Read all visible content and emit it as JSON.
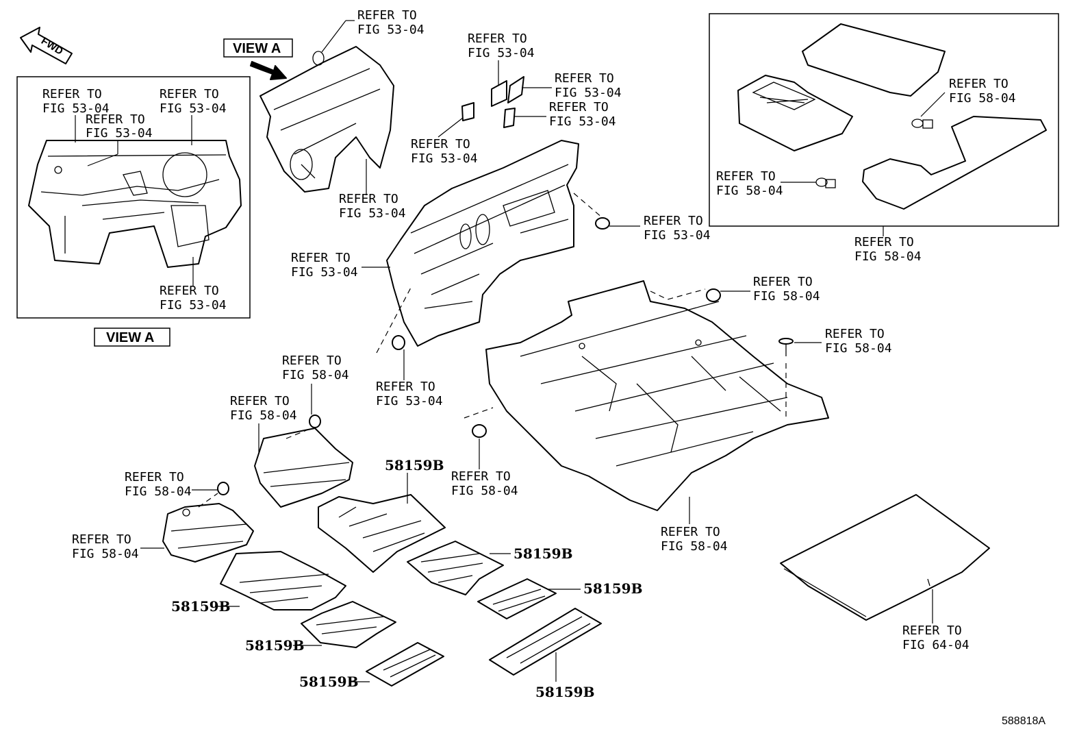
{
  "refer_to": "REFER TO",
  "fig_53_04": "FIG 53-04",
  "fig_58_04": "FIG 58-04",
  "fig_64_04": "FIG 64-04",
  "view_a": "VIEW A",
  "fwd": "FWD",
  "part_number": "58159B",
  "drawing_ref": "588818A"
}
